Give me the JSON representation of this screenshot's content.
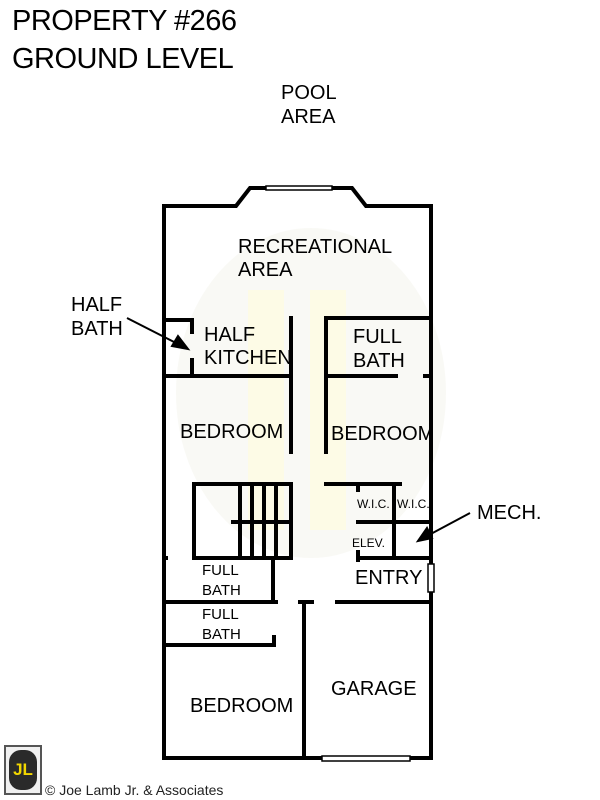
{
  "header": {
    "line1": "PROPERTY #266",
    "line2": "GROUND LEVEL"
  },
  "outside": {
    "pool_line1": "POOL",
    "pool_line2": "AREA"
  },
  "rooms": {
    "recreational_line1": "RECREATIONAL",
    "recreational_line2": "AREA",
    "half_kitchen_line1": "HALF",
    "half_kitchen_line2": "KITCHEN",
    "full_bath_top_line1": "FULL",
    "full_bath_top_line2": "BATH",
    "bedroom_left": "BEDROOM",
    "bedroom_right": "BEDROOM",
    "wic_1": "W.I.C.",
    "wic_2": "W.I.C.",
    "elev": "ELEV.",
    "entry": "ENTRY",
    "full_bath_mid_line1": "FULL",
    "full_bath_mid_line2": "BATH",
    "full_bath_low_line1": "FULL",
    "full_bath_low_line2": "BATH",
    "bedroom_bottom": "BEDROOM",
    "garage": "GARAGE"
  },
  "callouts": {
    "half_bath_line1": "HALF",
    "half_bath_line2": "BATH",
    "mech": "MECH."
  },
  "footer": {
    "logo_text": "JL",
    "copyright": "© Joe Lamb Jr. & Associates"
  },
  "colors": {
    "wall": "#000000",
    "background": "#ffffff",
    "logo_yellow": "#f2d600"
  }
}
